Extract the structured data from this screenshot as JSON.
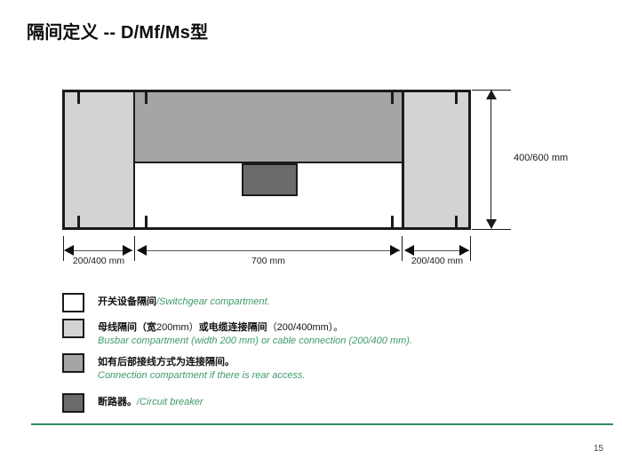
{
  "slide": {
    "title": "隔间定义 -- D/Mf/Ms型",
    "page_number": "15",
    "accent_color": "#2f8a5e"
  },
  "diagram": {
    "name": "compartment-definition-cross-section",
    "dimensions": {
      "vertical": "400/600 mm",
      "left_horizontal": "200/400 mm",
      "center_horizontal": "700 mm",
      "right_horizontal": "200/400 mm"
    },
    "regions": [
      {
        "name": "left-busbar-or-cable-compartment",
        "fill": "#d3d3d3"
      },
      {
        "name": "switchgear-compartment",
        "fill": "#ffffff"
      },
      {
        "name": "rear-connection-compartment",
        "fill": "#a5a5a5"
      },
      {
        "name": "circuit-breaker",
        "fill": "#6b6b6b"
      },
      {
        "name": "right-busbar-or-cable-compartment",
        "fill": "#d3d3d3"
      }
    ]
  },
  "legend": {
    "items": [
      {
        "swatch_color": "#ffffff",
        "cn": "开关设备隔间",
        "en": "/Switchgear compartment.",
        "en2": ""
      },
      {
        "swatch_color": "#d3d3d3",
        "cn": "母线隔间（宽",
        "cn_mid": "200mm）",
        "cn2": "或电缆连接隔间",
        "cn_num": "（200/400mm）。",
        "en": "",
        "en2": "Busbar compartment (width 200 mm) or cable connection (200/400 mm)."
      },
      {
        "swatch_color": "#a5a5a5",
        "cn": "如有后部接线方式为连接隔间。",
        "en": "",
        "en2": "Connection compartment if there is rear access."
      },
      {
        "swatch_color": "#6b6b6b",
        "cn": "断路器。",
        "en": "/Circuit breaker",
        "en2": ""
      }
    ]
  }
}
